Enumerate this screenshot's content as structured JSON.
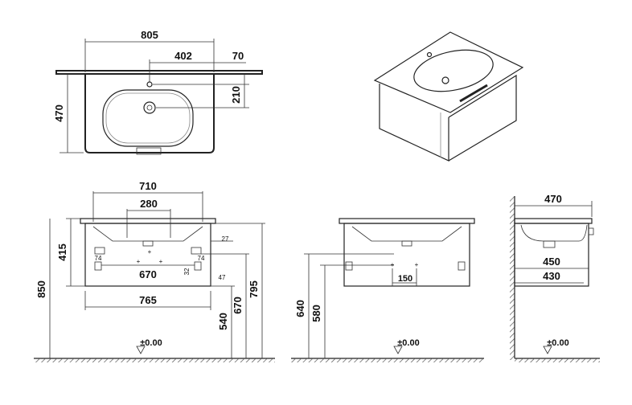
{
  "top_view": {
    "width": "805",
    "tap_offset": "402",
    "edge_offset": "70",
    "depth": "470",
    "tap_depth": "210"
  },
  "front_view": {
    "inner_width": "710",
    "basin_width": "280",
    "cabinet_height": "415",
    "gap_27": "27",
    "bracket_spacing": "670",
    "side_74_left": "74",
    "side_74_right": "74",
    "gap_32": "32",
    "gap_47": "47",
    "cabinet_width": "765",
    "total_height": "850",
    "height_540": "540",
    "height_670": "670",
    "height_795": "795",
    "floor_level": "±0.00"
  },
  "back_view": {
    "height_640": "640",
    "height_580": "580",
    "hole_spacing": "150",
    "floor_level": "±0.00"
  },
  "side_view": {
    "depth": "470",
    "cabinet_depth": "450",
    "body_depth": "430",
    "floor_level": "±0.00"
  }
}
